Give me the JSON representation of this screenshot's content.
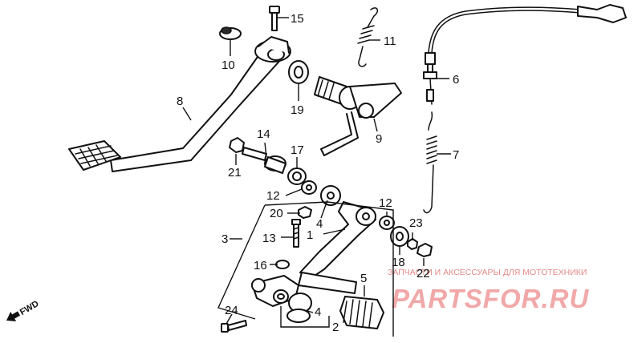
{
  "diagram": {
    "callouts": {
      "c1": "1",
      "c2": "2",
      "c3": "3",
      "c4a": "4",
      "c4b": "4",
      "c5": "5",
      "c6": "6",
      "c7": "7",
      "c8": "8",
      "c9": "9",
      "c10": "10",
      "c11": "11",
      "c12a": "12",
      "c12b": "12",
      "c13": "13",
      "c14": "14",
      "c15": "15",
      "c16": "16",
      "c17": "17",
      "c18": "18",
      "c19": "19",
      "c20": "20",
      "c21": "21",
      "c22": "22",
      "c23": "23",
      "c24": "24"
    },
    "fwd_label": "FWD"
  },
  "watermark": {
    "tagline": "ЗАПЧАСТИ И АКСЕССУАРЫ ДЛЯ МОТОТЕХНИКИ",
    "brand": "PARTSFOR.RU"
  }
}
